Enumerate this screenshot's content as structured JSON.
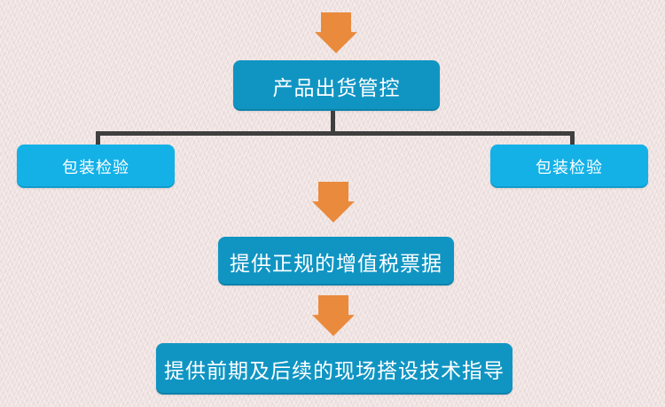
{
  "flowchart": {
    "nodes": [
      {
        "id": "main",
        "label": "产品出货管控"
      },
      {
        "id": "left",
        "label": "包装检验"
      },
      {
        "id": "right",
        "label": "包装检验"
      },
      {
        "id": "step2",
        "label": "提供正规的增值税票据"
      },
      {
        "id": "step3",
        "label": "提供前期及后续的现场搭设技术指导"
      }
    ],
    "icons": [
      "down-arrow-icon",
      "down-arrow-icon",
      "down-arrow-icon"
    ]
  },
  "colors": {
    "background": "#f0e4e3",
    "primary_box": "#1095c3",
    "accent_box": "#14b1e7",
    "arrow": "#e98a3c",
    "connector": "#3f3f3f",
    "text": "#ffffff"
  }
}
